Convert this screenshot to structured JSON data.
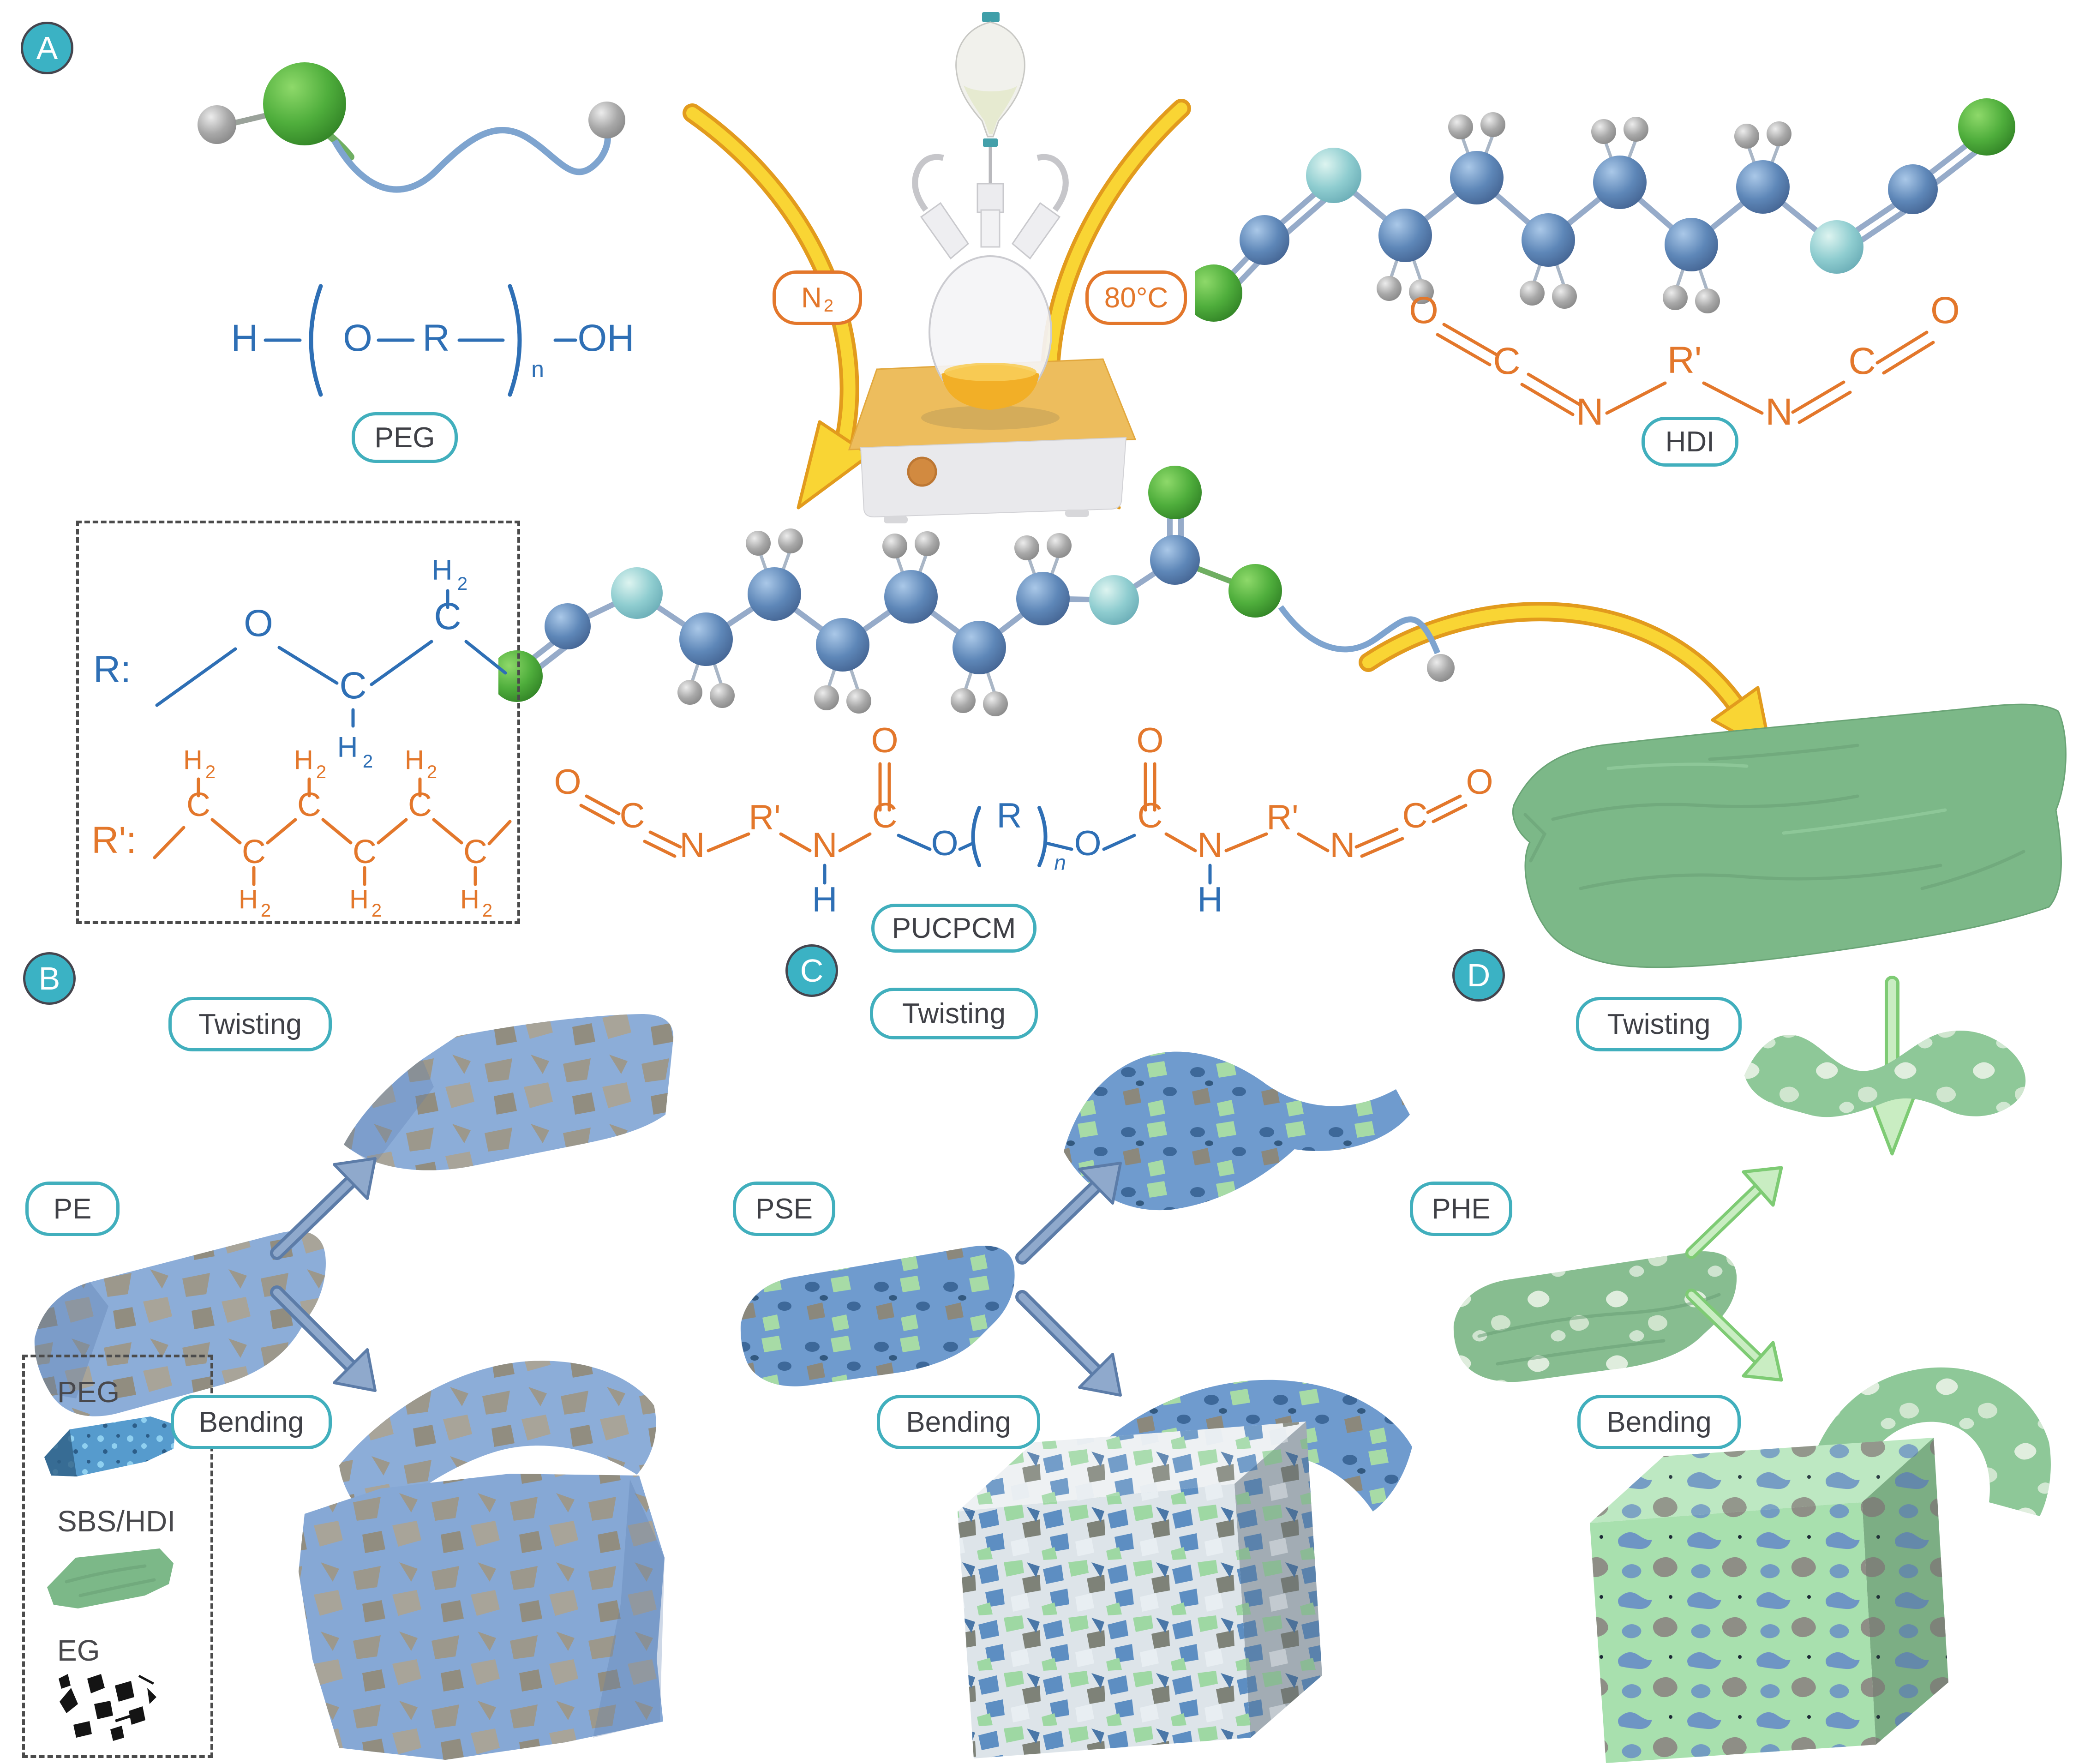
{
  "figure": {
    "description": "Synthesis scheme of PUCPCM from PEG and HDI with deformable porous materials PE, PSE and PHE"
  },
  "colors": {
    "accent_teal": "#3bb2c4",
    "accent_orange": "#e3772b",
    "formula_blue": "#2e6fb5",
    "arrow_yellow": "#f9d534",
    "arrow_yellow_outline": "#e29b1d",
    "arrow_blue": "#8fa9cc",
    "arrow_green": "#c9edc2",
    "material_blue": "#86a8d5",
    "material_blue_green": "#6f9bce",
    "material_green": "#8ec898",
    "eg_black": "#141414",
    "text_dark": "#3f4046"
  },
  "symbols": {
    "h": "H",
    "o": "O",
    "c": "C",
    "n": "N",
    "r": "R",
    "r_prime": "R'",
    "sub_two": "2",
    "sub_n": "n",
    "oh": "OH",
    "r_def": "R:",
    "r_prime_def": "R':"
  },
  "panel_a": {
    "badge": "A",
    "peg_label": "PEG",
    "hdi_label": "HDI",
    "pucpcm_label": "PUCPCM",
    "condition_n2": {
      "symbol": "N",
      "sub": "2"
    },
    "condition_temp": "80°C"
  },
  "panel_b": {
    "badge": "B",
    "sample": "PE",
    "deform_top": "Twisting",
    "deform_bottom": "Bending"
  },
  "panel_c": {
    "badge": "C",
    "sample": "PSE",
    "deform_top": "Twisting",
    "deform_bottom": "Bending"
  },
  "panel_d": {
    "badge": "D",
    "sample": "PHE",
    "deform_top": "Twisting",
    "deform_bottom": "Bending"
  },
  "legend": {
    "item1": "PEG",
    "item2": "SBS/HDI",
    "item3": "EG"
  }
}
